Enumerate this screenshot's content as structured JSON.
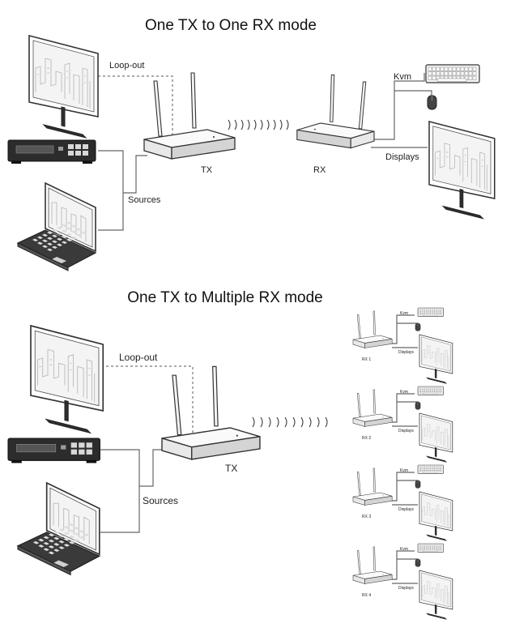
{
  "top": {
    "title": "One TX to One RX mode",
    "loop_out": "Loop-out",
    "tx": "TX",
    "rx": "RX",
    "kvm": "Kvm",
    "displays": "Displays",
    "sources": "Sources"
  },
  "bottom": {
    "title": "One TX to Multiple RX mode",
    "loop_out": "Loop-out",
    "tx": "TX",
    "sources": "Sources",
    "receivers": [
      {
        "rx": "RX 1",
        "kvm": "Kvm",
        "displays": "Displays"
      },
      {
        "rx": "RX 2",
        "kvm": "Kvm",
        "displays": "Displays"
      },
      {
        "rx": "RX 3",
        "kvm": "Kvm",
        "displays": "Displays"
      },
      {
        "rx": "RX 4",
        "kvm": "Kvm",
        "displays": "Displays"
      }
    ]
  }
}
